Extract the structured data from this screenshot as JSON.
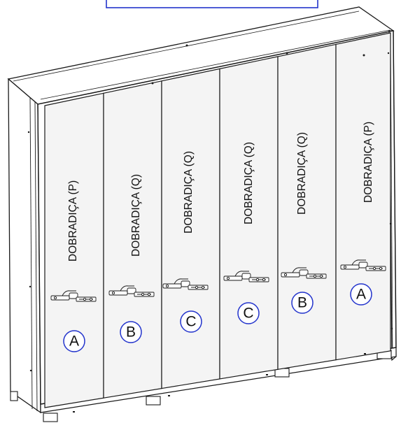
{
  "doors": [
    {
      "label": "DOBRADIÇA (P)",
      "marker": "A"
    },
    {
      "label": "DOBRADIÇA (Q)",
      "marker": "B"
    },
    {
      "label": "DOBRADIÇA (Q)",
      "marker": "C"
    },
    {
      "label": "DOBRADIÇA (Q)",
      "marker": "C"
    },
    {
      "label": "DOBRADIÇA (Q)",
      "marker": "B"
    },
    {
      "label": "DOBRADIÇA (P)",
      "marker": "A"
    }
  ],
  "colors": {
    "line": "#1a1a1a",
    "door_fill": "#f4f4f4",
    "marker_circle": "#2233cc",
    "top_box_border": "#2233cc"
  }
}
